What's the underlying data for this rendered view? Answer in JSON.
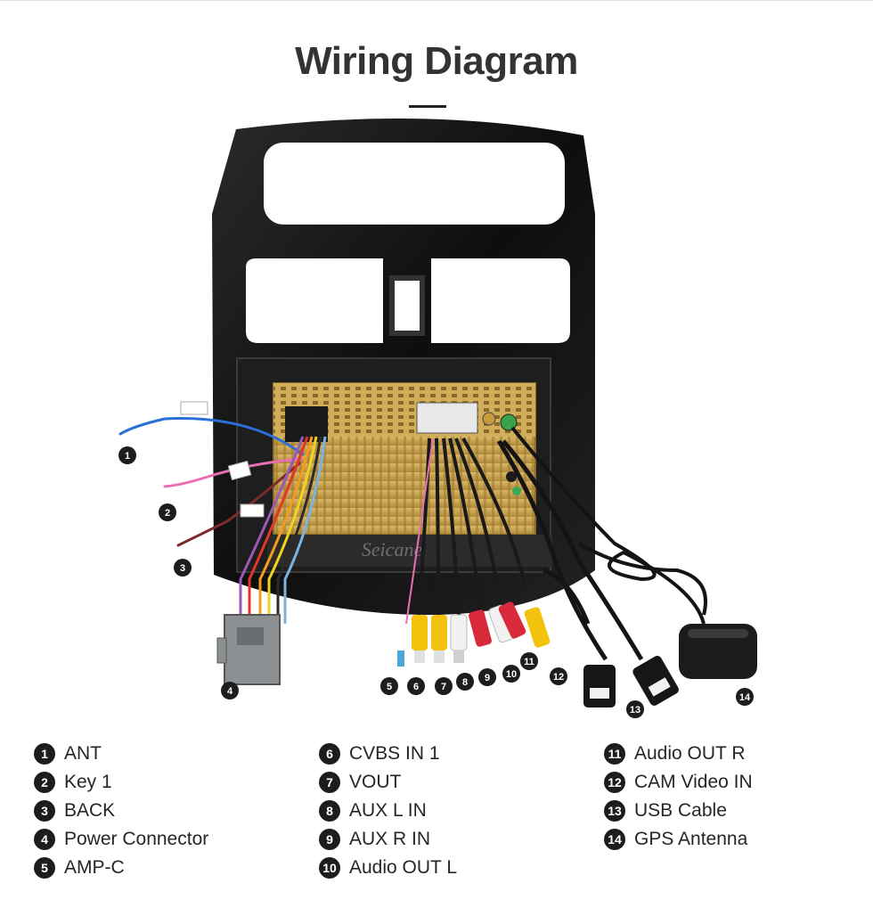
{
  "title": "Wiring Diagram",
  "brand_watermark": "Seicane",
  "colors": {
    "frame": "#141414",
    "unit": "#c8a24a",
    "badge": "#1d1d1d",
    "wire_blue": "#2a6fd6",
    "wire_pink": "#e86fb0",
    "rca_yellow": "#f2c20c",
    "rca_white": "#f1f1f1",
    "rca_red": "#d92a3c"
  },
  "legend": {
    "col1": [
      {
        "num": "1",
        "label": "ANT"
      },
      {
        "num": "2",
        "label": "Key 1"
      },
      {
        "num": "3",
        "label": "BACK"
      },
      {
        "num": "4",
        "label": "Power Connector"
      },
      {
        "num": "5",
        "label": "AMP-C"
      }
    ],
    "col2": [
      {
        "num": "6",
        "label": "CVBS IN 1"
      },
      {
        "num": "7",
        "label": "VOUT"
      },
      {
        "num": "8",
        "label": "AUX L IN"
      },
      {
        "num": "9",
        "label": "AUX R IN"
      },
      {
        "num": "10",
        "label": "Audio OUT L"
      }
    ],
    "col3": [
      {
        "num": "11",
        "label": "Audio OUT R"
      },
      {
        "num": "12",
        "label": "CAM Video IN"
      },
      {
        "num": "13",
        "label": "USB Cable"
      },
      {
        "num": "14",
        "label": "GPS Antenna"
      }
    ]
  },
  "callouts": [
    "1",
    "2",
    "3",
    "4",
    "5",
    "6",
    "7",
    "8",
    "9",
    "10",
    "11",
    "12",
    "13",
    "14"
  ]
}
